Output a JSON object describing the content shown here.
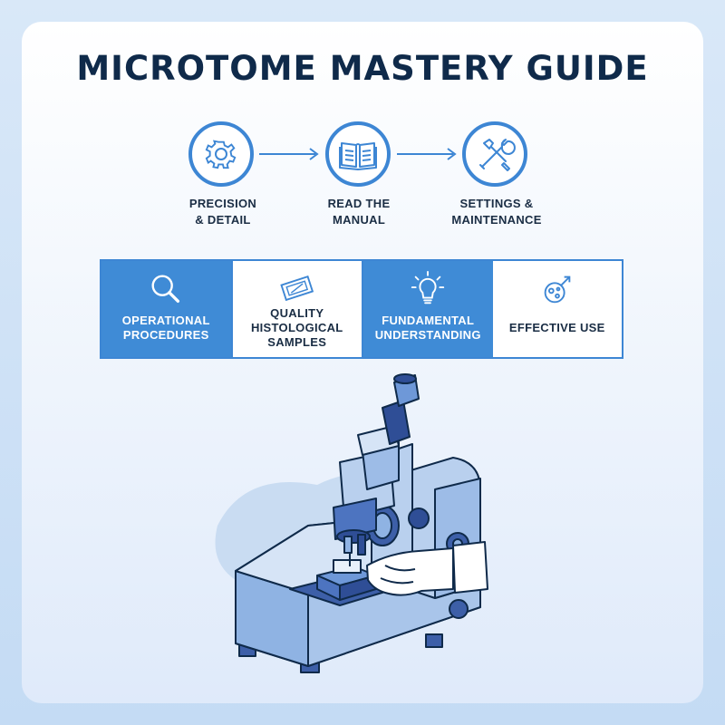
{
  "title": "MICROTOME MASTERY GUIDE",
  "steps": [
    {
      "label_line1": "PRECISION",
      "label_line2": "& DETAIL",
      "icon": "gear-icon"
    },
    {
      "label_line1": "READ THE",
      "label_line2": "MANUAL",
      "icon": "book-icon"
    },
    {
      "label_line1": "SETTINGS &",
      "label_line2": "MAINTENANCE",
      "icon": "tools-icon"
    }
  ],
  "panels": [
    {
      "line1": "OPERATIONAL",
      "line2": "PROCEDURES",
      "line3": "",
      "icon": "magnifier-icon"
    },
    {
      "line1": "QUALITY",
      "line2": "HISTOLOGICAL",
      "line3": "SAMPLES",
      "icon": "slide-icon"
    },
    {
      "line1": "FUNDAMENTAL",
      "line2": "UNDERSTANDING",
      "line3": "",
      "icon": "lightbulb-icon"
    },
    {
      "line1": "EFFECTIVE USE",
      "line2": "",
      "line3": "",
      "icon": "cell-icon"
    }
  ],
  "colors": {
    "accent": "#3d86d4",
    "title": "#0f2a4a",
    "panel_blue": "#3f8bd6"
  }
}
